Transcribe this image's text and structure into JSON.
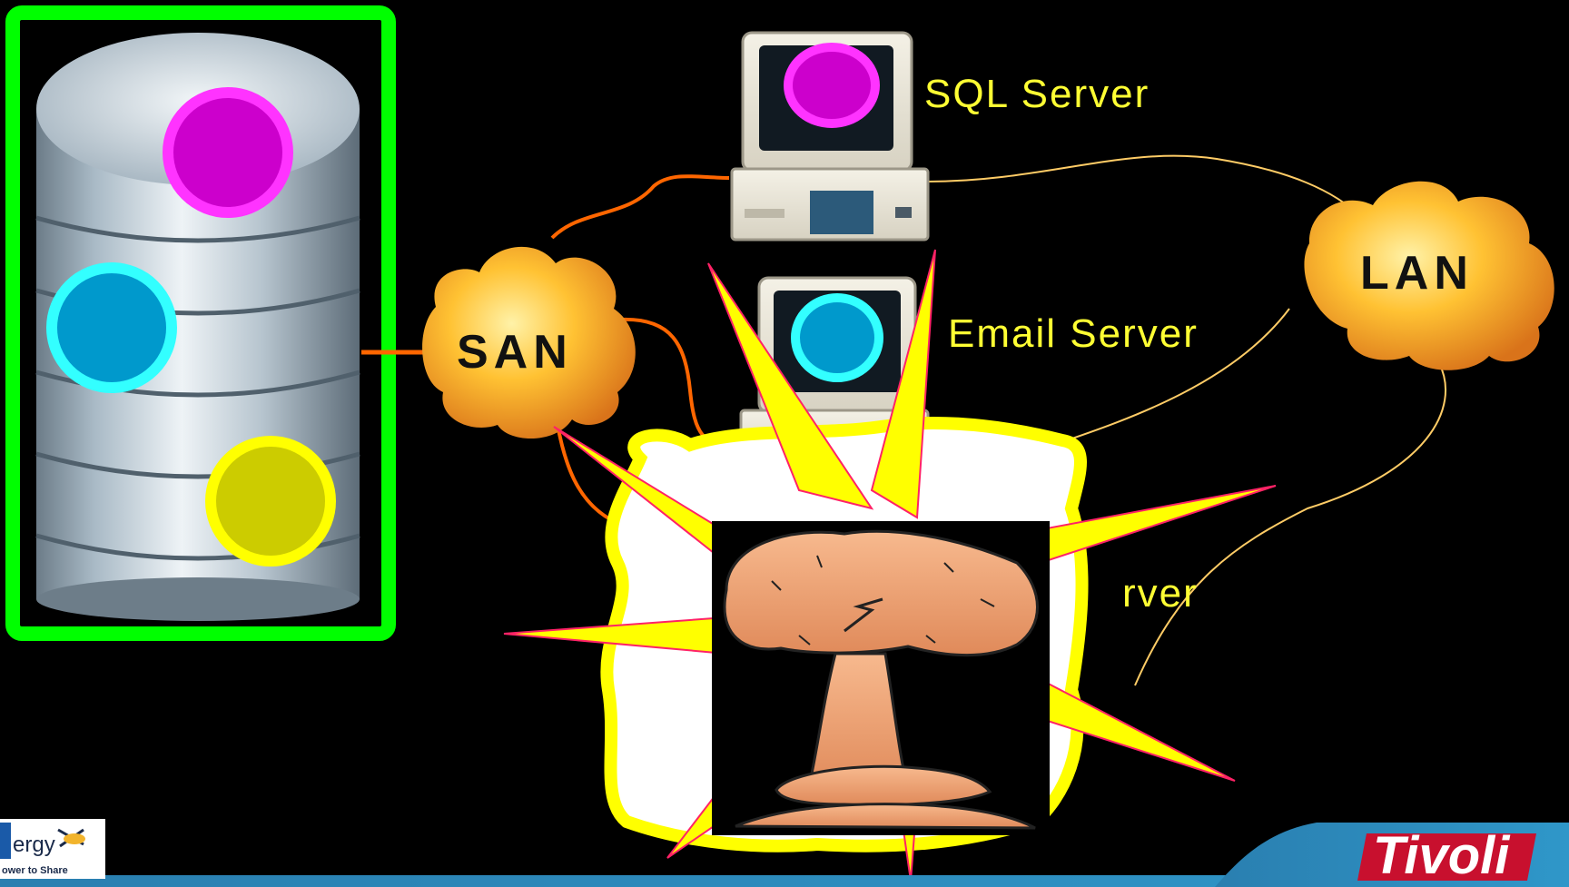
{
  "servers": [
    {
      "id": "sql",
      "label": "SQL Server",
      "disk_color": "#cc00cc",
      "ring_color": "#ff33ff"
    },
    {
      "id": "email",
      "label": "Email Server",
      "disk_color": "#0099cc",
      "ring_color": "#33ffff"
    },
    {
      "id": "file",
      "label": "rver",
      "disk_color": "#cccc00",
      "ring_color": "#ffff00"
    }
  ],
  "clouds": {
    "san": "SAN",
    "lan": "LAN"
  },
  "storage": {
    "frame_color": "#00ff00",
    "disks": [
      {
        "fill": "#cc00cc",
        "ring": "#ff33ff"
      },
      {
        "fill": "#0099cc",
        "ring": "#33ffff"
      },
      {
        "fill": "#cccc00",
        "ring": "#ffff00"
      }
    ]
  },
  "branding": {
    "left_logo_text": "ergy",
    "left_logo_sub": "ower to Share",
    "right_logo_text": "Tivoli"
  },
  "colors": {
    "san_link": "#ff6600",
    "lan_link": "#ffcc66",
    "explosion_ray": "#ffff00",
    "footer_bar": "#2a7fb0"
  }
}
